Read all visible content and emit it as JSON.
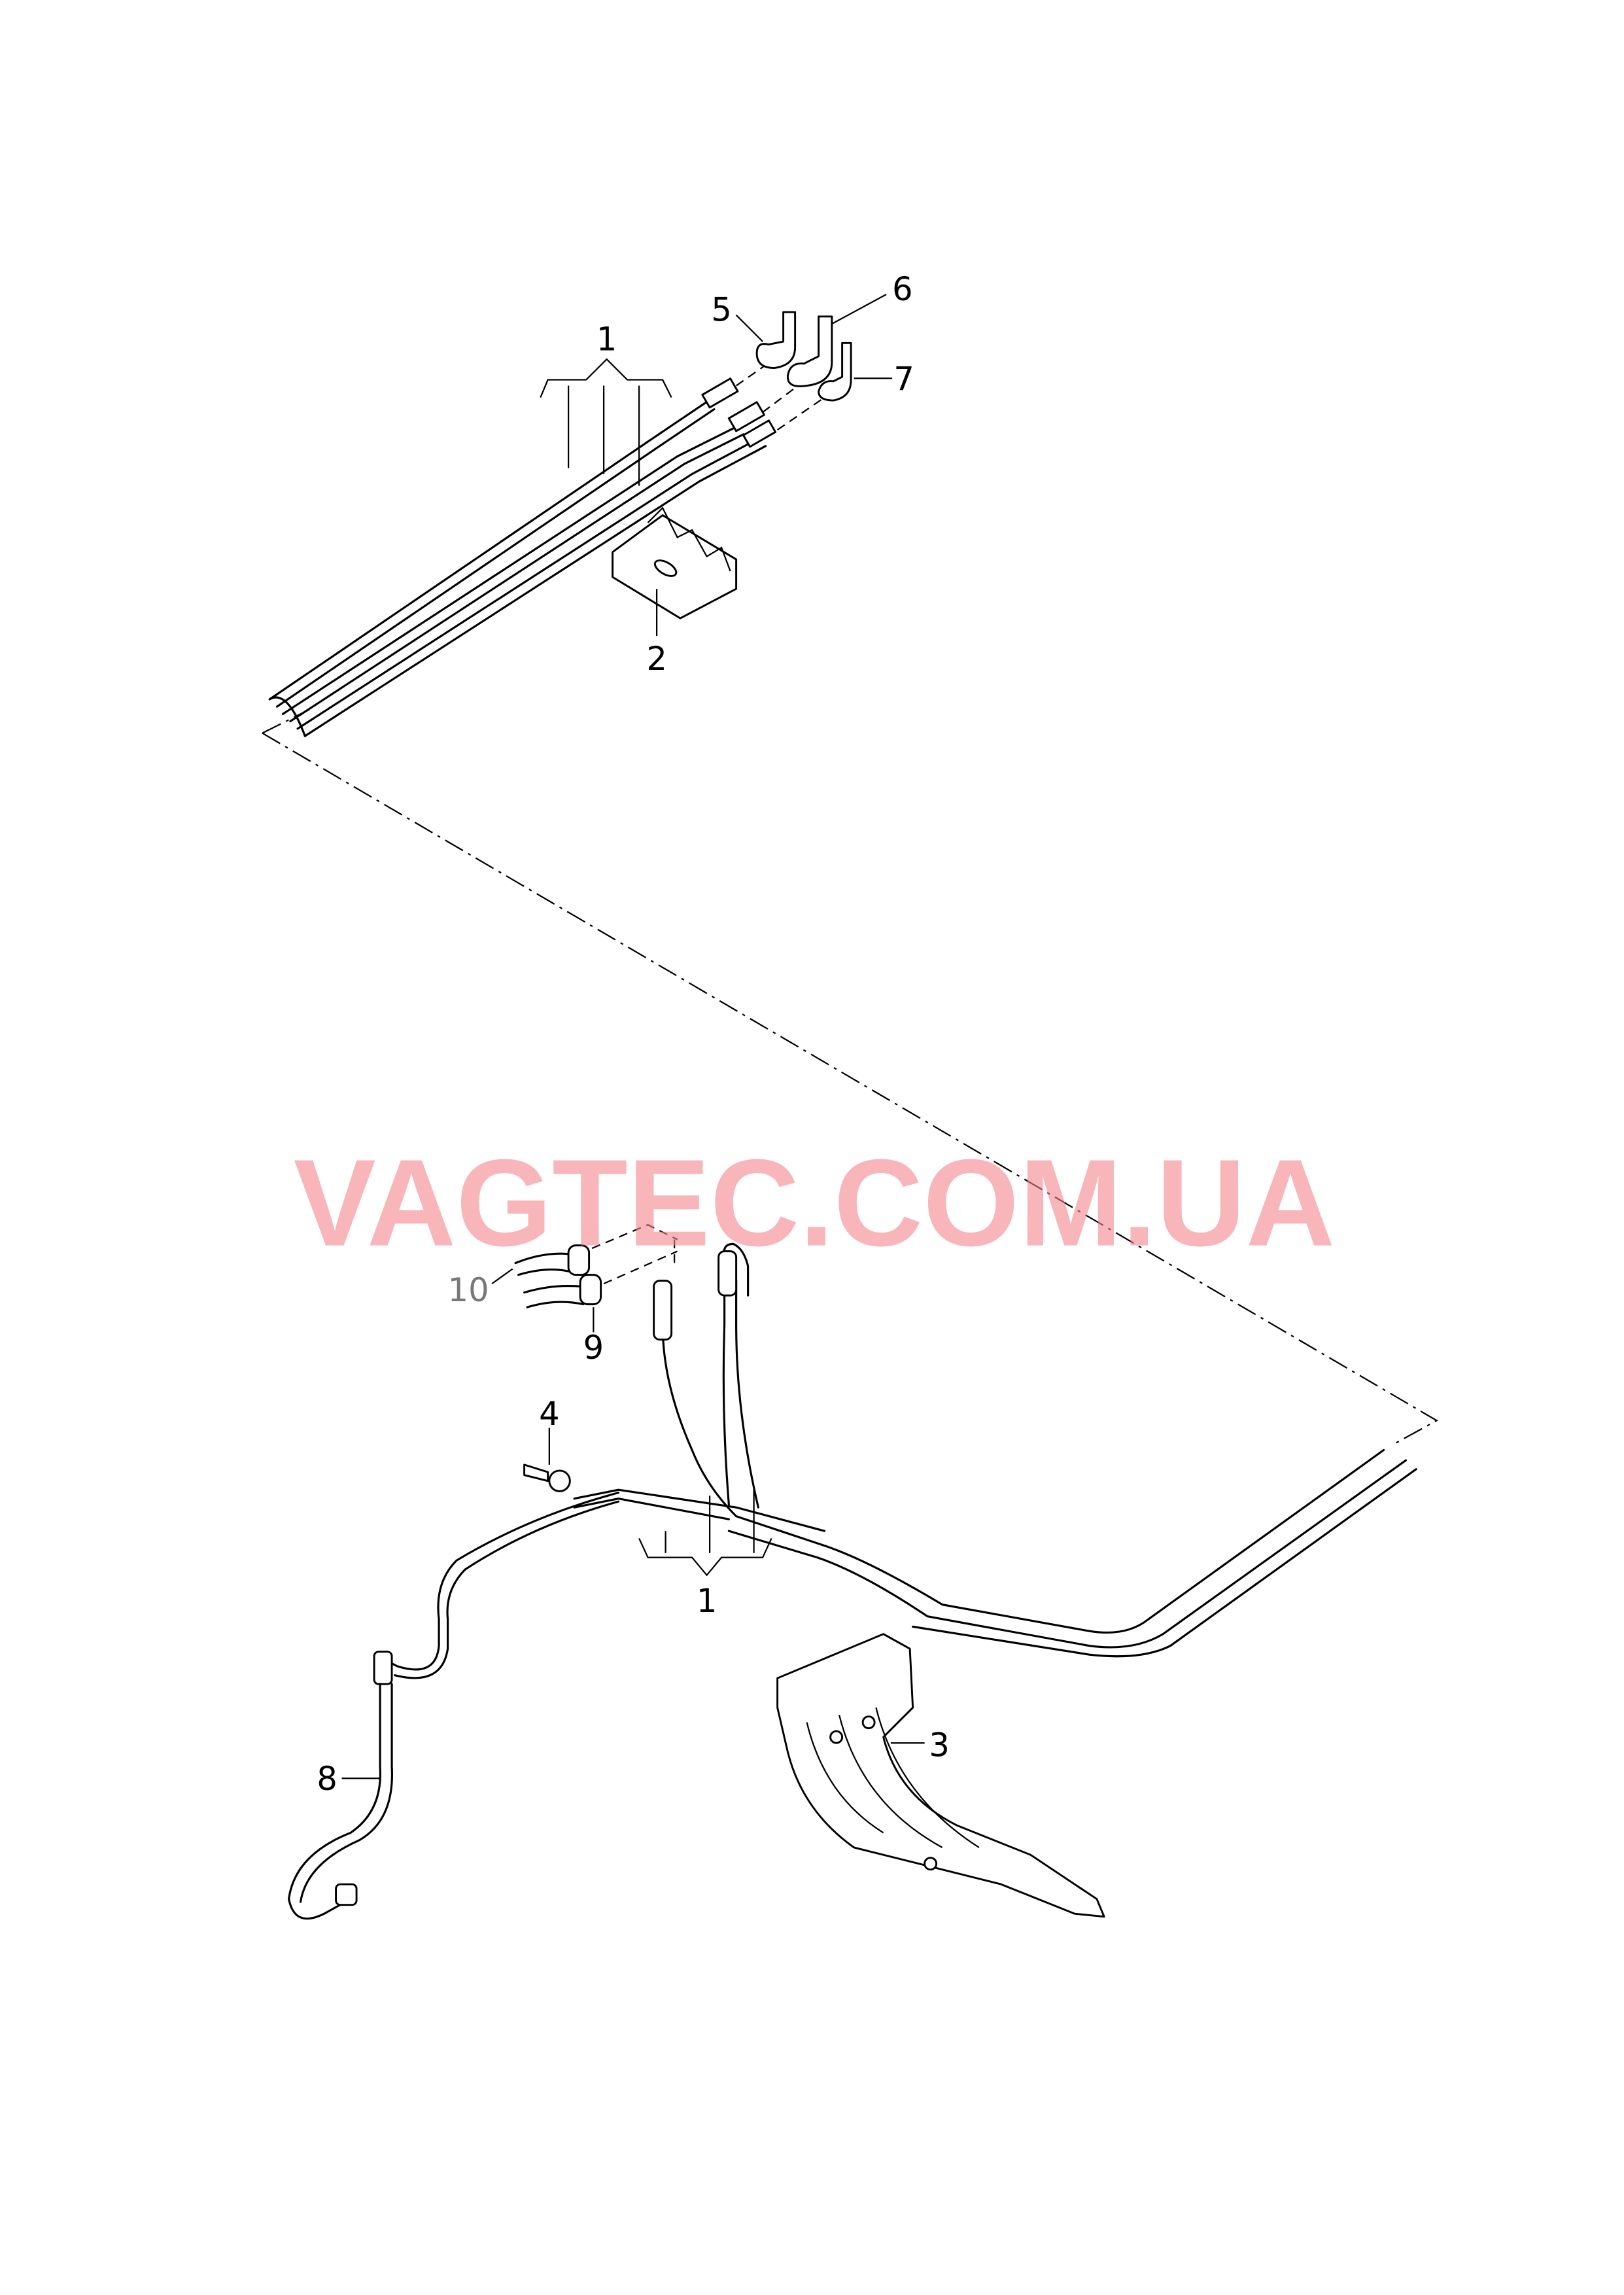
{
  "diagram": {
    "watermark": "VAGTEC.COM.UA",
    "callouts": {
      "p1_top": "1",
      "p1_bottom": "1",
      "p2": "2",
      "p3": "3",
      "p4": "4",
      "p5": "5",
      "p6": "6",
      "p7": "7",
      "p8": "8",
      "p9": "9",
      "p10": "10"
    },
    "colors": {
      "line": "#000000",
      "watermark": "#f4868e"
    }
  }
}
